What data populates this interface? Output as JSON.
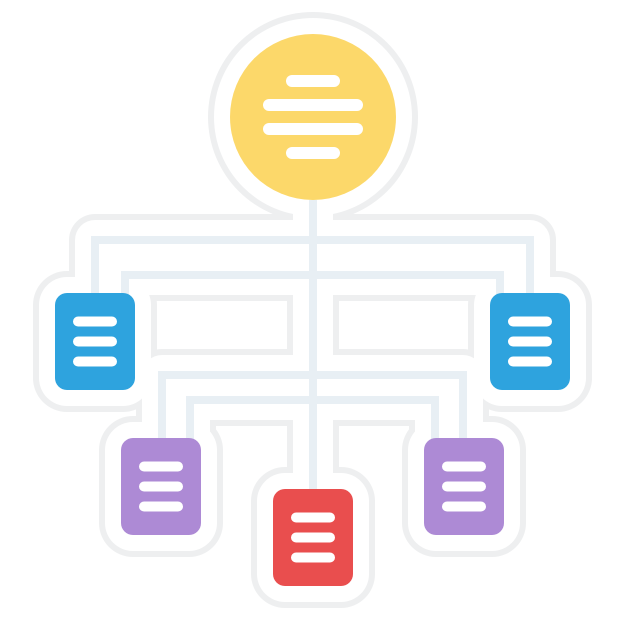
{
  "icon": {
    "name": "hierarchy-structure-icon",
    "colors": {
      "outline": "#EEEFF0",
      "connector": "#E8EFF4",
      "root": "#FCD86A",
      "level1": "#2EA3DE",
      "level2": "#AD8AD5",
      "center": "#E94E4E",
      "lines": "#FFFFFF"
    }
  },
  "nodes": [
    {
      "name": "root-circle-node",
      "color": "root"
    },
    {
      "name": "left-blue-node",
      "color": "level1"
    },
    {
      "name": "right-blue-node",
      "color": "level1"
    },
    {
      "name": "left-purple-node",
      "color": "level2"
    },
    {
      "name": "center-red-node",
      "color": "center"
    },
    {
      "name": "right-purple-node",
      "color": "level2"
    }
  ]
}
